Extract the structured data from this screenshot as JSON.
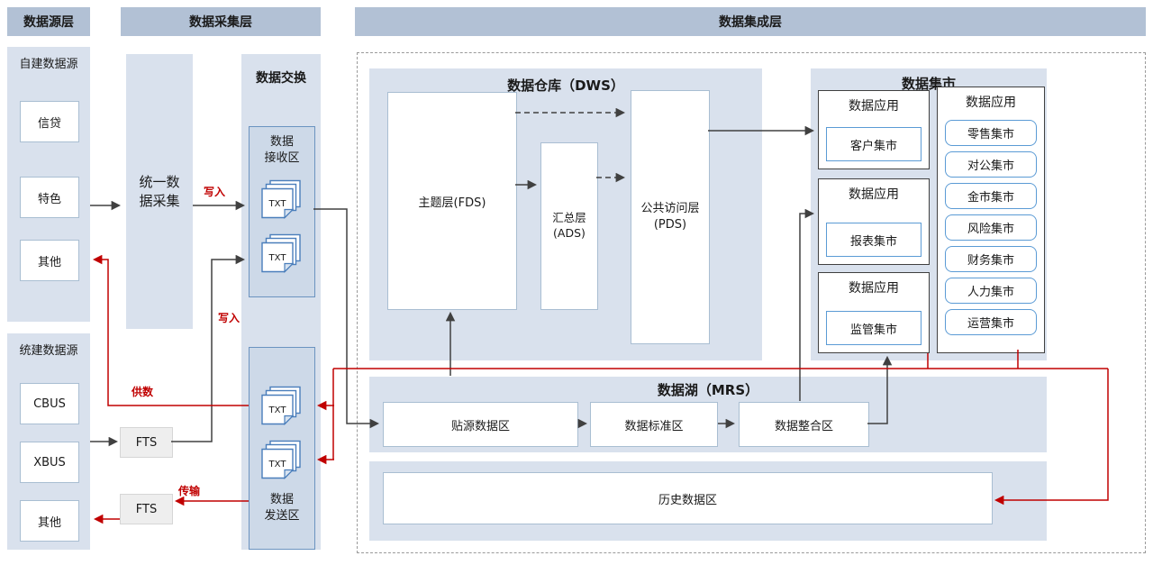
{
  "layers": {
    "source": "数据源层",
    "collection": "数据采集层",
    "integration": "数据集成层"
  },
  "source_layer": {
    "self_built": {
      "title": "自建数据源",
      "items": [
        "信贷",
        "特色",
        "其他"
      ]
    },
    "unified": {
      "title": "统建数据源",
      "items": [
        "CBUS",
        "XBUS",
        "其他"
      ]
    }
  },
  "collection_layer": {
    "unified_collection": "统一数\n据采集",
    "fts_upper": "FTS",
    "fts_lower": "FTS",
    "exchange_title": "数据交换",
    "receive_label": "数据\n接收区",
    "send_label": "数据\n发送区",
    "file_icon": "TXT"
  },
  "integration_layer": {
    "dws": {
      "title": "数据仓库（DWS）",
      "fds": "主题层(FDS)",
      "ads": "汇总层\n(ADS)",
      "pds": "公共访问层\n(PDS)"
    },
    "mart": {
      "title": "数据集市",
      "groups": [
        {
          "header": "数据应用",
          "item": "客户集市"
        },
        {
          "header": "数据应用",
          "item": "报表集市"
        },
        {
          "header": "数据应用",
          "item": "监管集市"
        }
      ],
      "right_group": {
        "header": "数据应用",
        "items": [
          "零售集市",
          "对公集市",
          "金市集市",
          "风险集市",
          "财务集市",
          "人力集市",
          "运营集市"
        ]
      }
    },
    "mrs": {
      "title": "数据湖（MRS）",
      "zones": [
        "贴源数据区",
        "数据标准区",
        "数据整合区"
      ]
    },
    "history": {
      "label": "历史数据区"
    }
  },
  "edge_labels": {
    "write1": "写入",
    "write2": "写入",
    "supply": "供数",
    "transfer": "传输"
  },
  "colors": {
    "header_blue": "#b2c1d5",
    "panel_blue": "#d9e1ed",
    "box_border_blue": "#5b9bd5",
    "arrow_black": "#404040",
    "accent_red": "#c00000"
  }
}
